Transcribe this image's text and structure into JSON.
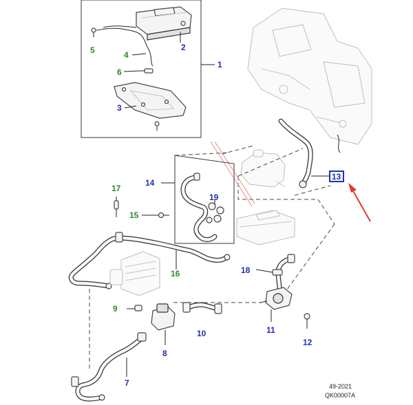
{
  "callouts": [
    {
      "id": "1",
      "color": "blue"
    },
    {
      "id": "2",
      "color": "blue"
    },
    {
      "id": "3",
      "color": "blue"
    },
    {
      "id": "4",
      "color": "green"
    },
    {
      "id": "5",
      "color": "green"
    },
    {
      "id": "6",
      "color": "green"
    },
    {
      "id": "7",
      "color": "blue"
    },
    {
      "id": "8",
      "color": "blue"
    },
    {
      "id": "9",
      "color": "green"
    },
    {
      "id": "10",
      "color": "blue"
    },
    {
      "id": "11",
      "color": "blue"
    },
    {
      "id": "12",
      "color": "blue"
    },
    {
      "id": "13",
      "color": "blue",
      "boxed": true,
      "highlighted": true
    },
    {
      "id": "14",
      "color": "blue"
    },
    {
      "id": "15",
      "color": "green"
    },
    {
      "id": "16",
      "color": "green"
    },
    {
      "id": "17",
      "color": "green"
    },
    {
      "id": "18",
      "color": "blue"
    },
    {
      "id": "19",
      "color": "blue"
    }
  ],
  "footer": {
    "date": "49-2021",
    "code": "QK00007A"
  },
  "colors": {
    "callout_blue": "#1f2fb5",
    "callout_green": "#2a8a2a",
    "arrow_red": "#e03a2f",
    "line": "#333333"
  }
}
